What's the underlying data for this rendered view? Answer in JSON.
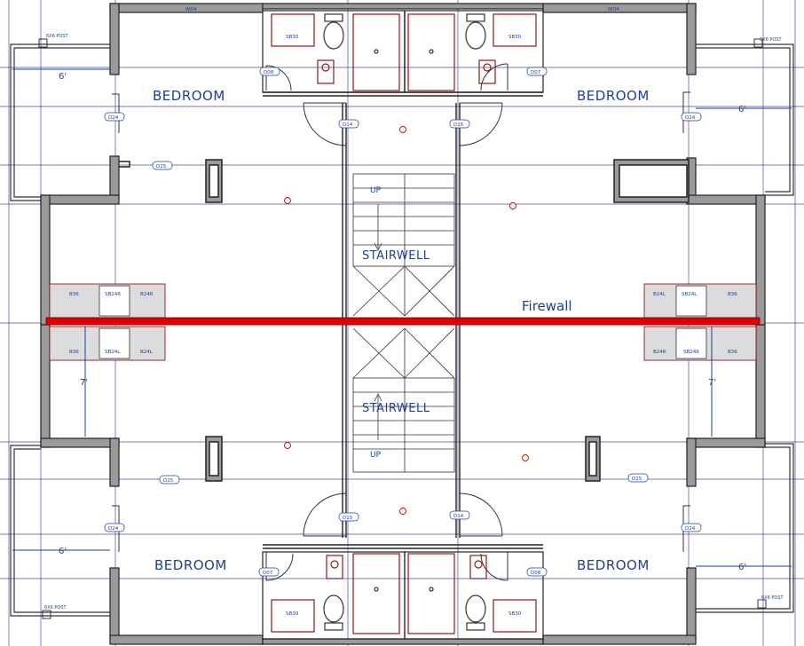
{
  "labels": {
    "bedroom_nw": "BEDROOM",
    "bedroom_ne": "BEDROOM",
    "bedroom_sw": "BEDROOM",
    "bedroom_se": "BEDROOM",
    "stairwell_top": "STAIRWELL",
    "stairwell_bottom": "STAIRWELL",
    "firewall": "Firewall",
    "up_top": "UP",
    "up_bottom": "UP"
  },
  "dimensions": {
    "nw_porch": "6'",
    "ne_porch": "6'",
    "sw_porch": "6'",
    "se_porch": "6'",
    "west_gap": "7'",
    "east_gap": "7'"
  },
  "posts": {
    "nw": "6X6 POST",
    "ne": "6X6 POST",
    "sw": "6X6 POST",
    "se": "6X6 POST"
  },
  "doors": {
    "d08_top": "D08",
    "d07_top": "D07",
    "d14_top": "D14",
    "d15_top": "D15",
    "d24_nw": "D24",
    "d24_ne": "D24",
    "d25_top": "D25",
    "d25_bottom_left": "D25",
    "d25_bottom_right": "D25",
    "d24_sw": "D24",
    "d24_se": "D24",
    "d15_bottom": "D15",
    "d14_bottom": "D14",
    "d07_bottom": "D07",
    "d08_bottom": "D08"
  },
  "windows": {
    "top_left": "W04",
    "top_right": "W04"
  },
  "fixtures": {
    "sb30": "SB30"
  },
  "cabinets": {
    "west_upper": [
      "B36",
      "SB24R",
      "B24R"
    ],
    "west_lower": [
      "B36",
      "SB24L",
      "B24L"
    ],
    "east_upper": [
      "B24L",
      "SB24L",
      "B36"
    ],
    "east_lower": [
      "B24R",
      "SB24R",
      "B36"
    ]
  },
  "colors": {
    "wall_fill": "#9a9a9a",
    "firewall": "#e00000",
    "annotation": "#1f3f96",
    "fixture": "#8b1a1a",
    "grid": "#2b2b9a"
  }
}
